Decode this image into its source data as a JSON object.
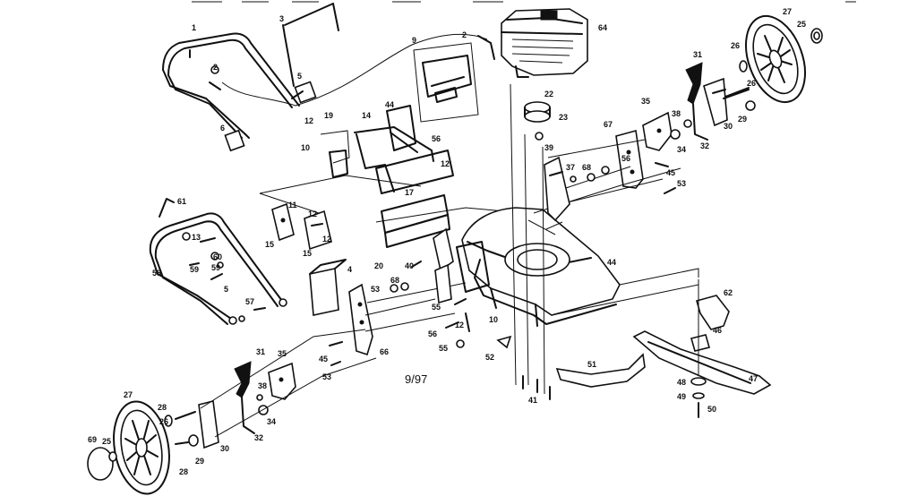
{
  "diagram": {
    "date_code": "9/97",
    "part_numbers": {
      "handle_upper": "1",
      "control_cable": "2",
      "cable_clip": "2",
      "bail_wire": "3",
      "cable_tie": "5",
      "knob_upper": "6",
      "knob_mid": "5",
      "rear_baffle_bracket": "9",
      "hinge_bolt": "10",
      "hinge_plate_bolt": "10",
      "rear_door": "14",
      "rear_door_pin": "11",
      "spring": "12",
      "nut_upper": "12",
      "nut_right": "12",
      "nut_lower": "12",
      "lower_bracket_bolt": "12",
      "handle_mount": "13",
      "link_left": "15",
      "link_lower": "15",
      "cover": "17",
      "bolt_19": "19",
      "skirt": "20",
      "pulley": "22",
      "pulley_bolt": "23",
      "hub_cap_top": "25",
      "hub_cap_bottom": "25",
      "washer_top": "26",
      "washer_bottom": "28",
      "axle_bolt_top": "26",
      "wheel_top": "27",
      "wheel_bottom": "27",
      "nut_top_29": "29",
      "nut_bottom_29": "29",
      "bracket_30_top": "30",
      "bracket_30_bottom": "30",
      "height_adjuster_top": "31",
      "height_adjuster_bottom": "31",
      "lever_32_top": "32",
      "lever_32_bottom": "32",
      "spacer_34_top": "34",
      "spacer_34_bottom": "34",
      "wheel_plate_top": "35",
      "wheel_plate_bottom": "35",
      "bolt_37": "37",
      "pin_38_top": "38",
      "pin_38_bottom": "38",
      "pivot_39": "39",
      "pin_40": "40",
      "blade_bolt": "41",
      "deck": "44",
      "baffle_44": "44",
      "baffle_4": "4",
      "screw_45_top": "45",
      "screw_45_bottom": "45",
      "adapter": "46",
      "blade": "47",
      "blade_washer": "48",
      "lock_washer": "49",
      "blade_bolt_50": "50",
      "baffle_51": "51",
      "cap_52": "52",
      "screw_53_top": "53",
      "screw_53_bottom": "53",
      "screw_53_mid": "53",
      "bracket_55": "55",
      "bolt_55": "55",
      "nut_55": "55",
      "bolt_56_upper": "56",
      "bolt_56_lower": "56",
      "pin_56": "56",
      "handle_57": "57",
      "handle_lower": "58",
      "bolt_59": "59",
      "bolt_59_lower": "59",
      "knob_lower": "5",
      "bracket_60": "60",
      "cable_61": "61",
      "cover_62": "62",
      "engine": "64",
      "bracket_66": "66",
      "plate_67": "67",
      "bolt_68_top": "68",
      "bolt_68_mid": "68",
      "cap_69": "69",
      "nut_12_mid": "12",
      "label_10_low": "10"
    }
  }
}
